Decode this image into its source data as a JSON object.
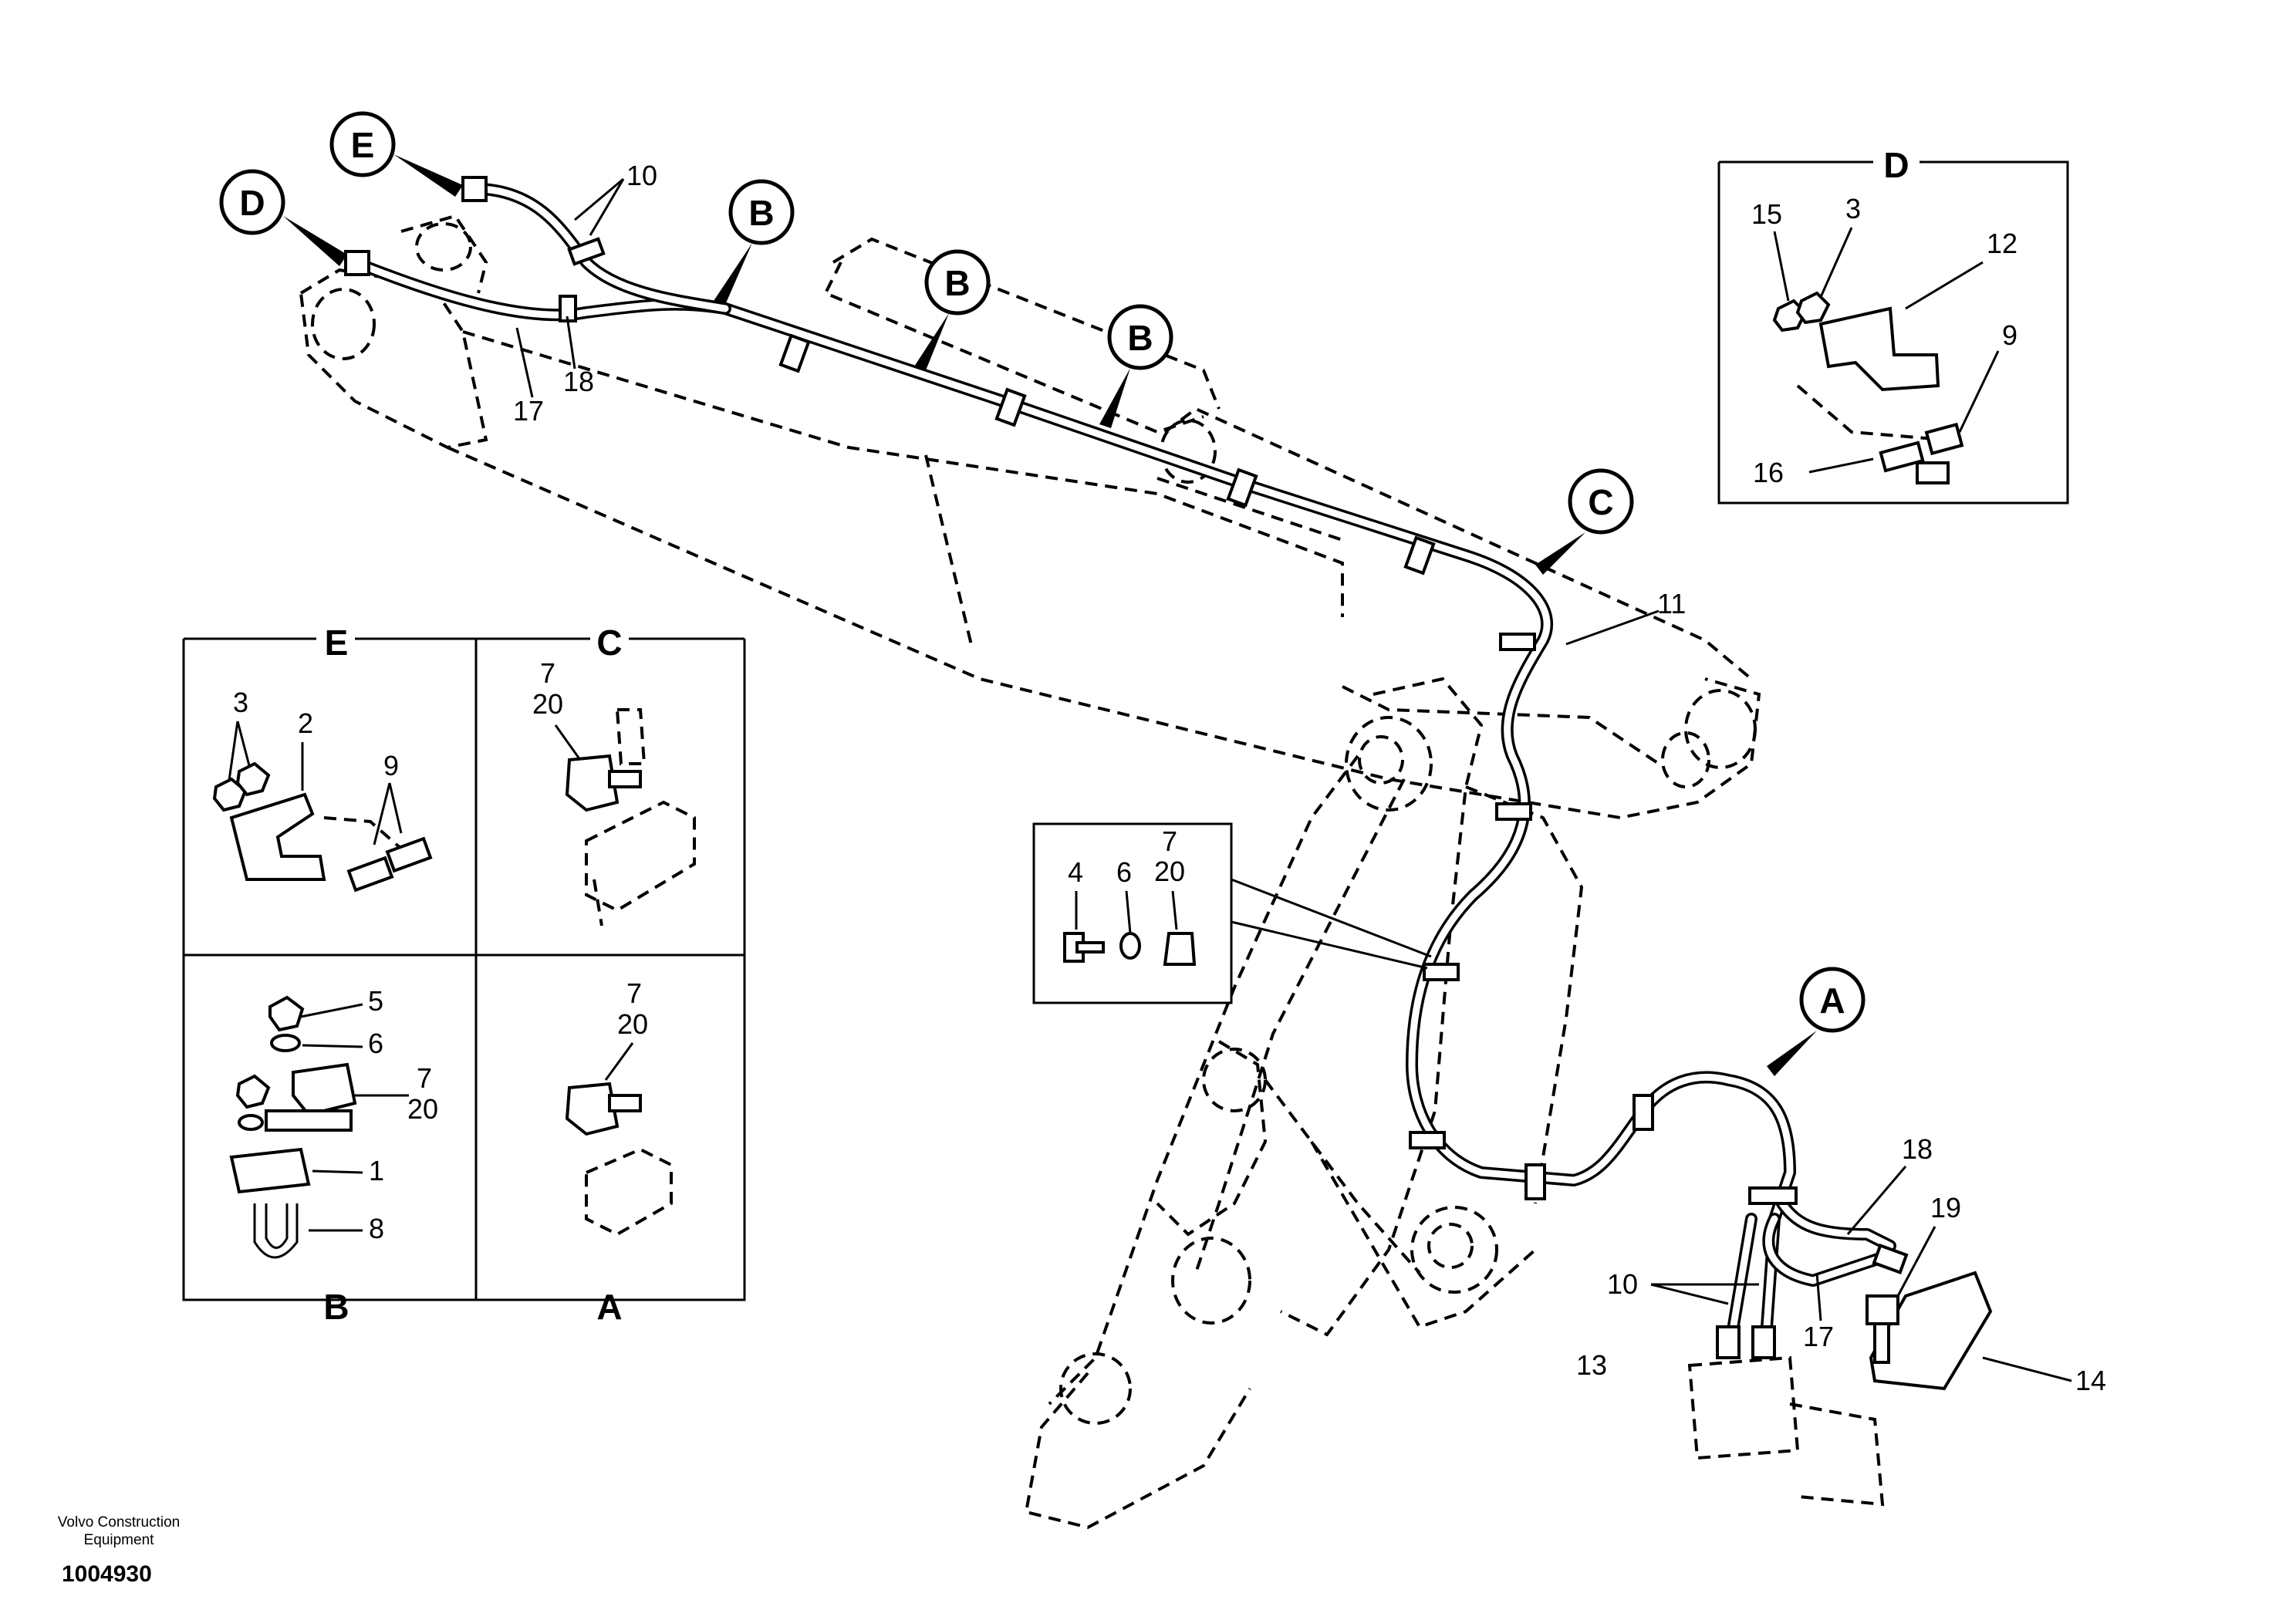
{
  "callouts": {
    "E": "E",
    "D": "D",
    "B": "B",
    "C": "C",
    "A": "A"
  },
  "main_labels": {
    "l10_top": "10",
    "l17_top": "17",
    "l18_top": "18",
    "l11": "11",
    "l18_bottom": "18",
    "l19": "19",
    "l10_bottom": "10",
    "l17_bottom": "17",
    "l13": "13",
    "l14": "14"
  },
  "detail_mid": {
    "l4": "4",
    "l6": "6",
    "l7": "7",
    "l20": "20"
  },
  "panels": {
    "D": {
      "title": "D",
      "labels": [
        "15",
        "3",
        "12",
        "9",
        "16"
      ]
    },
    "E": {
      "title": "E",
      "labels": [
        "3",
        "2",
        "9"
      ]
    },
    "C": {
      "title": "C",
      "labels": [
        "7",
        "20"
      ]
    },
    "B": {
      "title": "B",
      "labels": [
        "5",
        "6",
        "7",
        "20",
        "1",
        "8"
      ]
    },
    "A": {
      "title": "A",
      "labels": [
        "7",
        "20"
      ]
    }
  },
  "footer": {
    "brand": "Volvo Construction Equipment",
    "doc_number": "1004930"
  }
}
